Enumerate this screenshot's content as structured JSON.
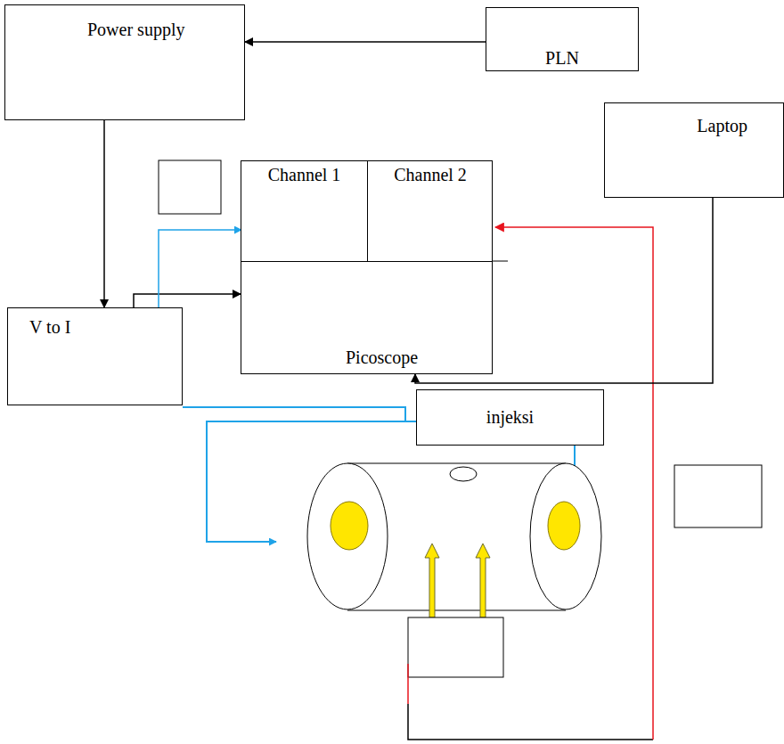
{
  "diagram": {
    "nodes": [
      {
        "text": [
          "Power supply"
        ]
      },
      {
        "text": [
          "PLN"
        ]
      },
      {
        "text": [
          "Laptop"
        ]
      },
      {
        "text": [
          "Picoscope"
        ]
      },
      {
        "text": [
          "Channel 1"
        ],
        "in": 3
      },
      {
        "text": [
          "Channel 2"
        ],
        "in": 3
      },
      {
        "text": [
          "V to I"
        ]
      },
      {
        "text": [
          "injeksi"
        ]
      }
    ],
    "edges": [
      {
        "from": 1,
        "to": 0,
        "arrow": "to"
      },
      {
        "from": 0,
        "to": 6,
        "arrow": "to"
      },
      {
        "from": 6,
        "to": 3,
        "arrow": "to"
      },
      {
        "from": 6,
        "to": 4,
        "arrow": "to"
      },
      {
        "from": 2,
        "to": 3,
        "arrow": "to"
      }
    ]
  }
}
